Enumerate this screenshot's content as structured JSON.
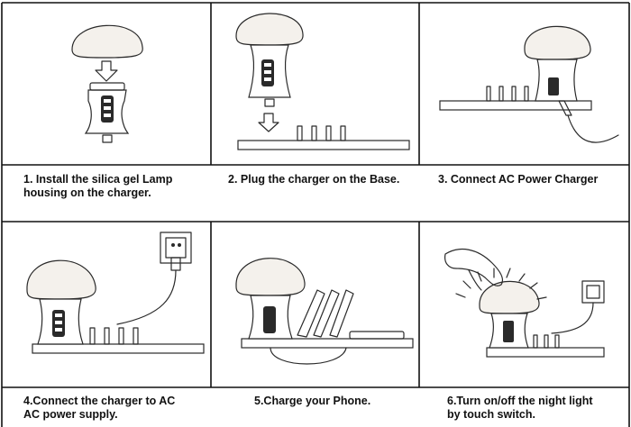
{
  "steps": [
    {
      "line1": "1. Install the silica gel Lamp",
      "line2": "housing on the charger."
    },
    {
      "line1": "2. Plug the charger on the Base.",
      "line2": ""
    },
    {
      "line1": "3. Connect AC Power Charger",
      "line2": ""
    },
    {
      "line1": "4.Connect the charger to AC",
      "line2": "AC power supply."
    },
    {
      "line1": "5.Charge your Phone.",
      "line2": ""
    },
    {
      "line1": "6.Turn on/off the night light",
      "line2": "by touch switch."
    }
  ]
}
